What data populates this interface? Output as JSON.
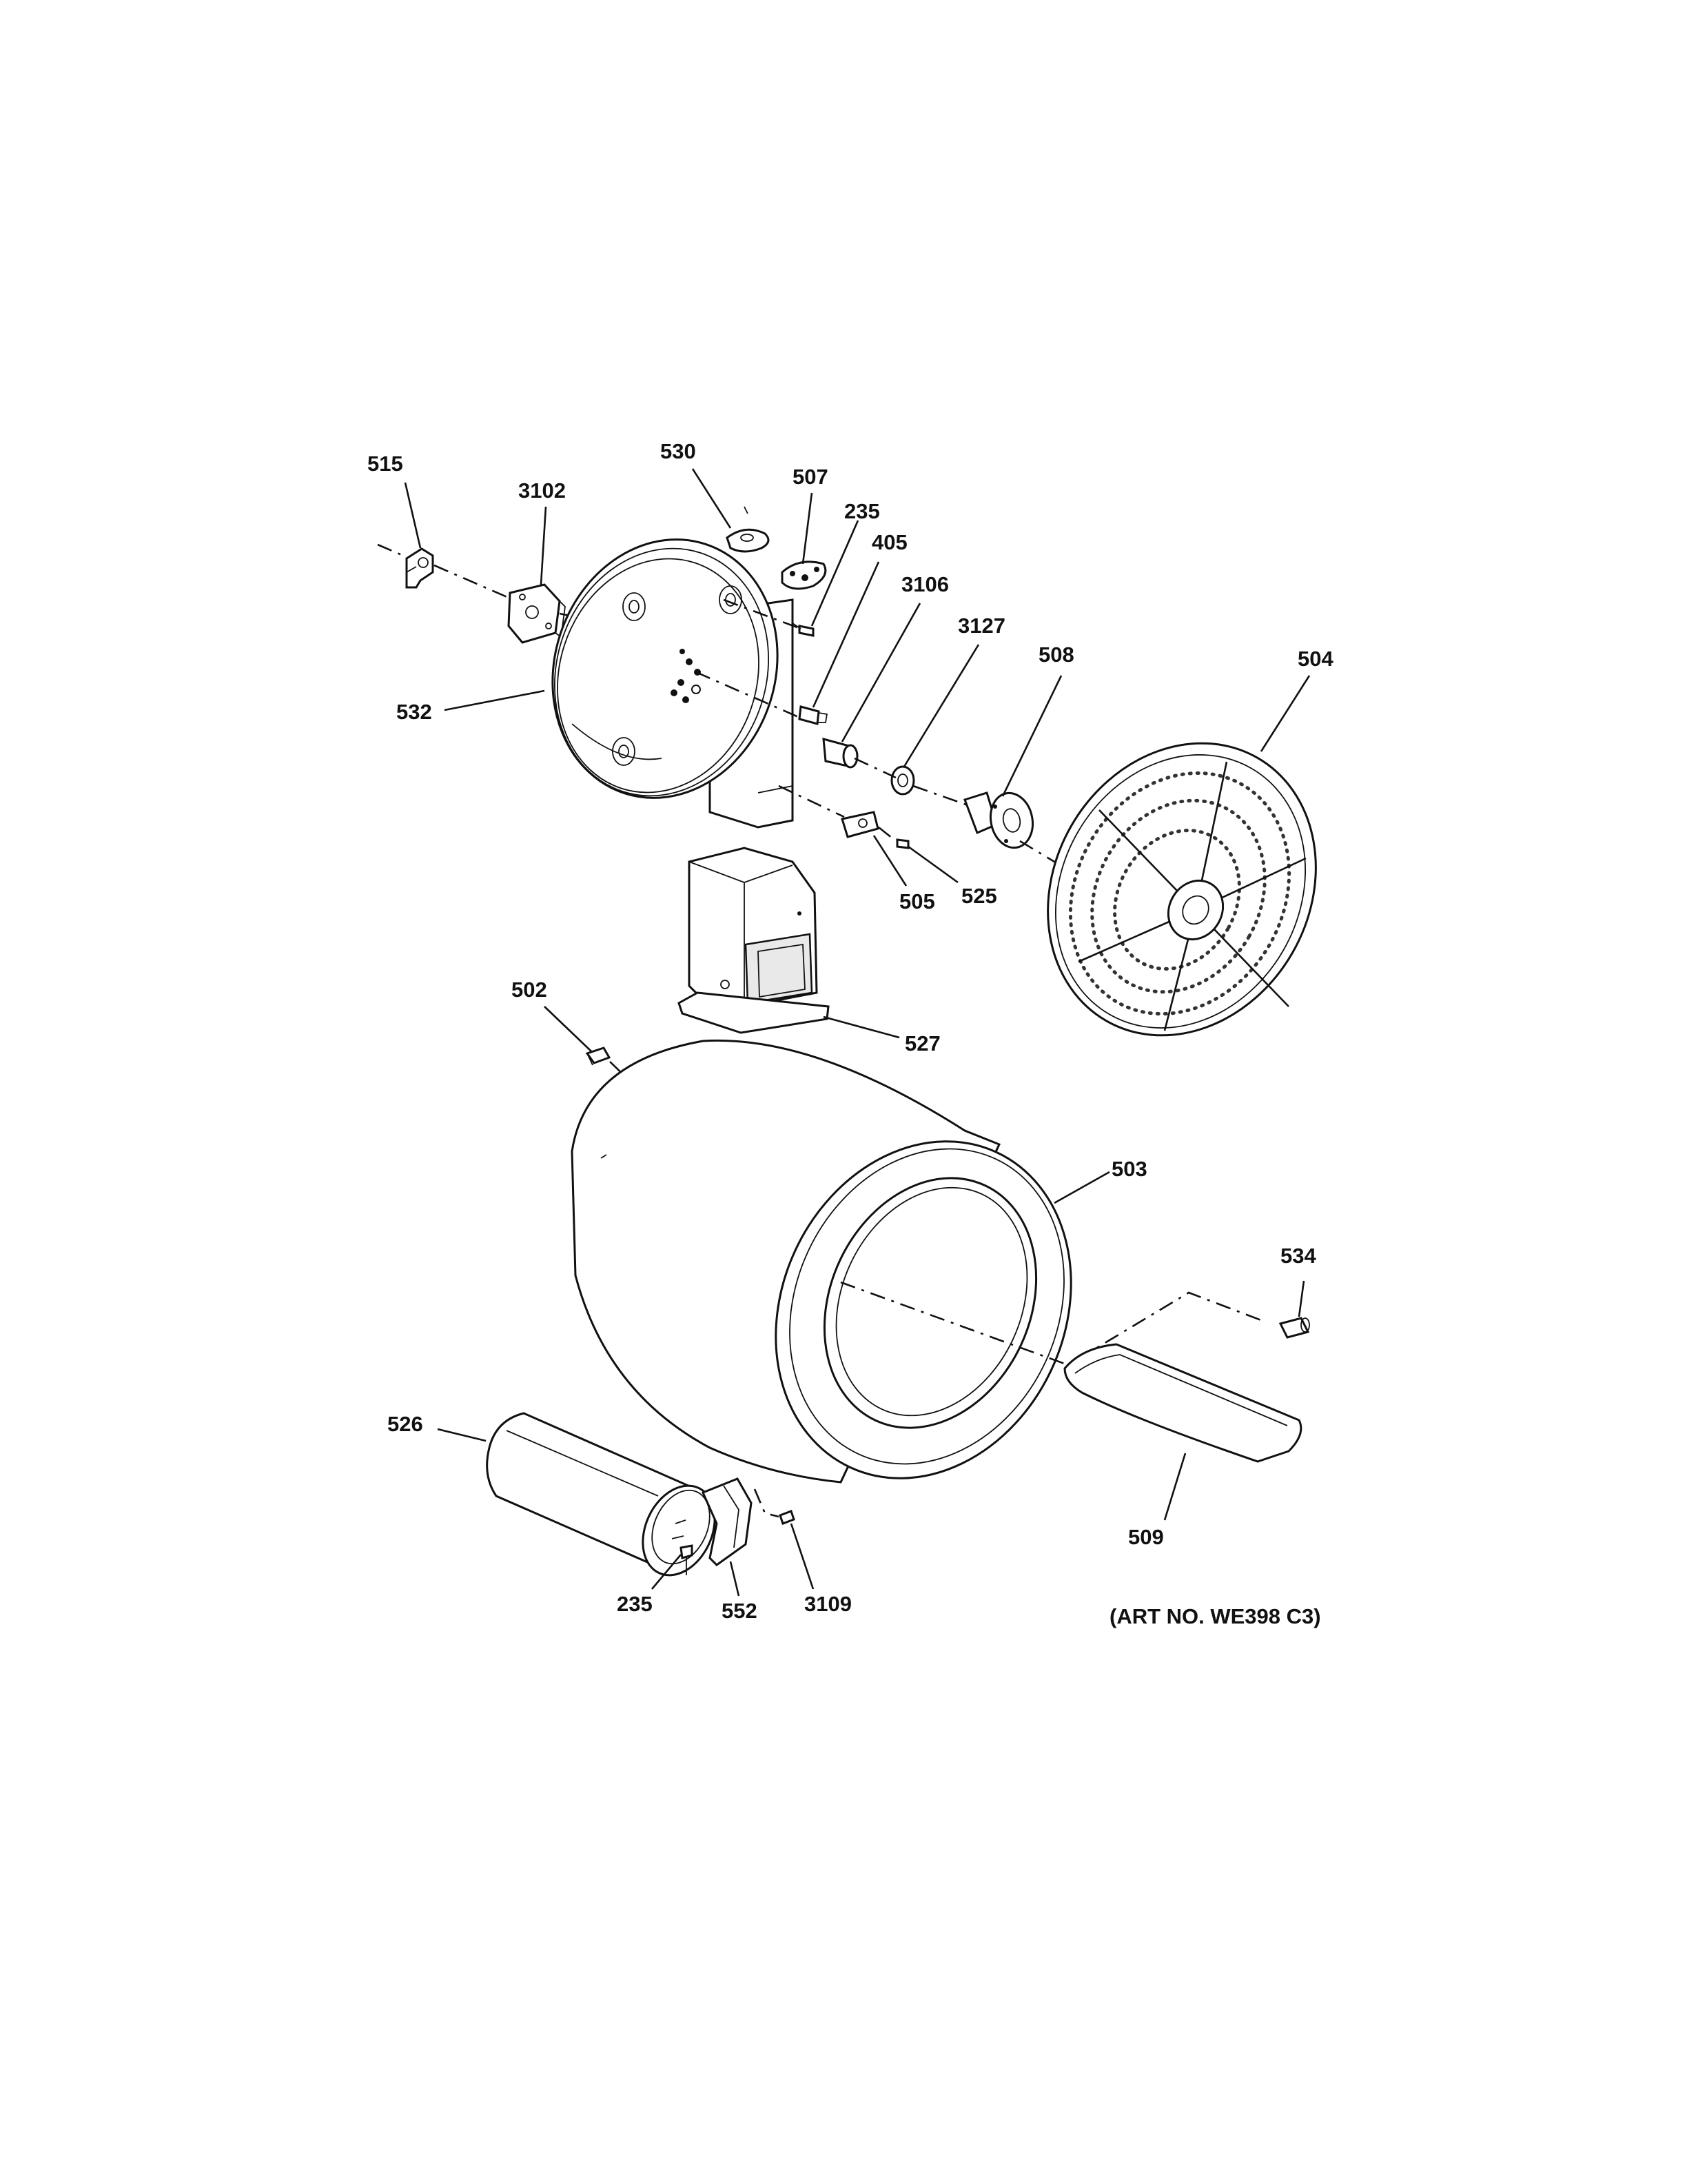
{
  "art_number": "(ART NO. WE398 C3)",
  "callouts": {
    "c515": "515",
    "c3102": "3102",
    "c530": "530",
    "c507": "507",
    "c235_top": "235",
    "c405": "405",
    "c3106": "3106",
    "c3127": "3127",
    "c508": "508",
    "c504": "504",
    "c532": "532",
    "c505": "505",
    "c525": "525",
    "c502": "502",
    "c527": "527",
    "c503": "503",
    "c534": "534",
    "c526": "526",
    "c509": "509",
    "c235_bottom": "235",
    "c552": "552",
    "c3109": "3109"
  }
}
